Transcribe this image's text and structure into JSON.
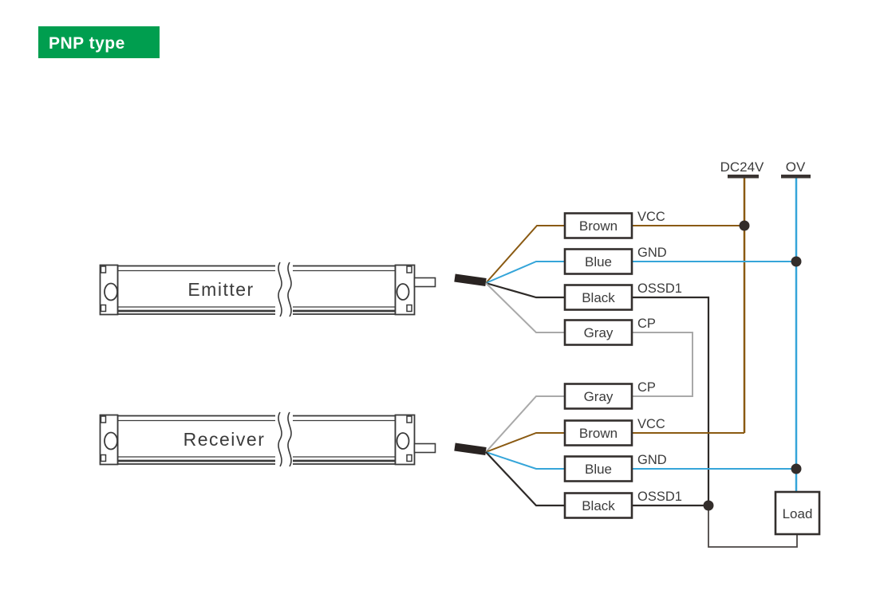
{
  "badge": {
    "label": "PNP type"
  },
  "terminals": {
    "positive": "DC24V",
    "zero": "OV"
  },
  "emitter": {
    "label": "Emitter",
    "wires": [
      {
        "color": "Brown",
        "signal": "VCC"
      },
      {
        "color": "Blue",
        "signal": "GND"
      },
      {
        "color": "Black",
        "signal": "OSSD1"
      },
      {
        "color": "Gray",
        "signal": "CP"
      }
    ]
  },
  "receiver": {
    "label": "Receiver",
    "wires": [
      {
        "color": "Gray",
        "signal": "CP"
      },
      {
        "color": "Brown",
        "signal": "VCC"
      },
      {
        "color": "Blue",
        "signal": "GND"
      },
      {
        "color": "Black",
        "signal": "OSSD1"
      }
    ]
  },
  "load": {
    "label": "Load"
  },
  "colors": {
    "badge_green": "#009e4f",
    "wire_brown": "#8a5a12",
    "wire_blue": "#35a5d9",
    "wire_black": "#2e2a28",
    "wire_gray": "#a9a9a9",
    "ink": "#3b3b3b"
  }
}
